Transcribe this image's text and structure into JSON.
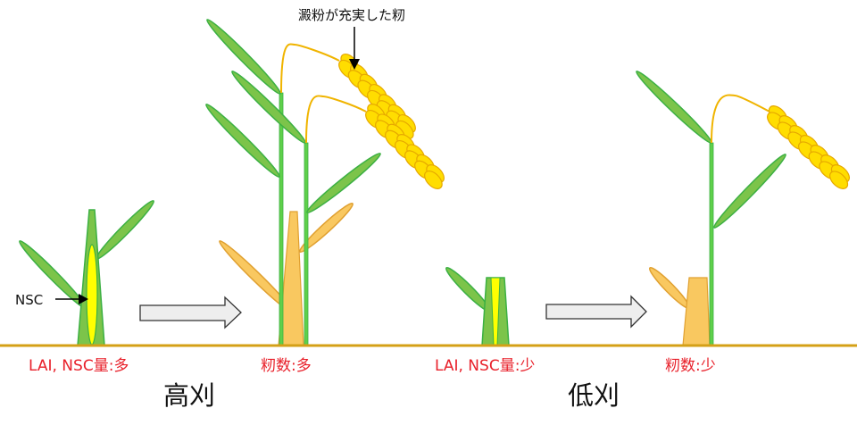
{
  "title_annotation": "澱粉が充実した籾",
  "nsc_label": "NSC",
  "high_cut": {
    "stubble_label": "LAI, NSC量:多",
    "result_label": "籾数:多",
    "title": "高刈"
  },
  "low_cut": {
    "stubble_label": "LAI, NSC量:少",
    "result_label": "籾数:少",
    "title": "低刈"
  },
  "colors": {
    "leaf_fill": "#7cc44a",
    "leaf_stroke": "#3cb043",
    "stubble_old": "#f9c860",
    "stubble_old_stroke": "#e0a030",
    "nsc": "#ffff00",
    "grain": "#ffdd00",
    "grain_stroke": "#e6a800",
    "ground": "#d4a017",
    "label_red": "#e8202a"
  }
}
